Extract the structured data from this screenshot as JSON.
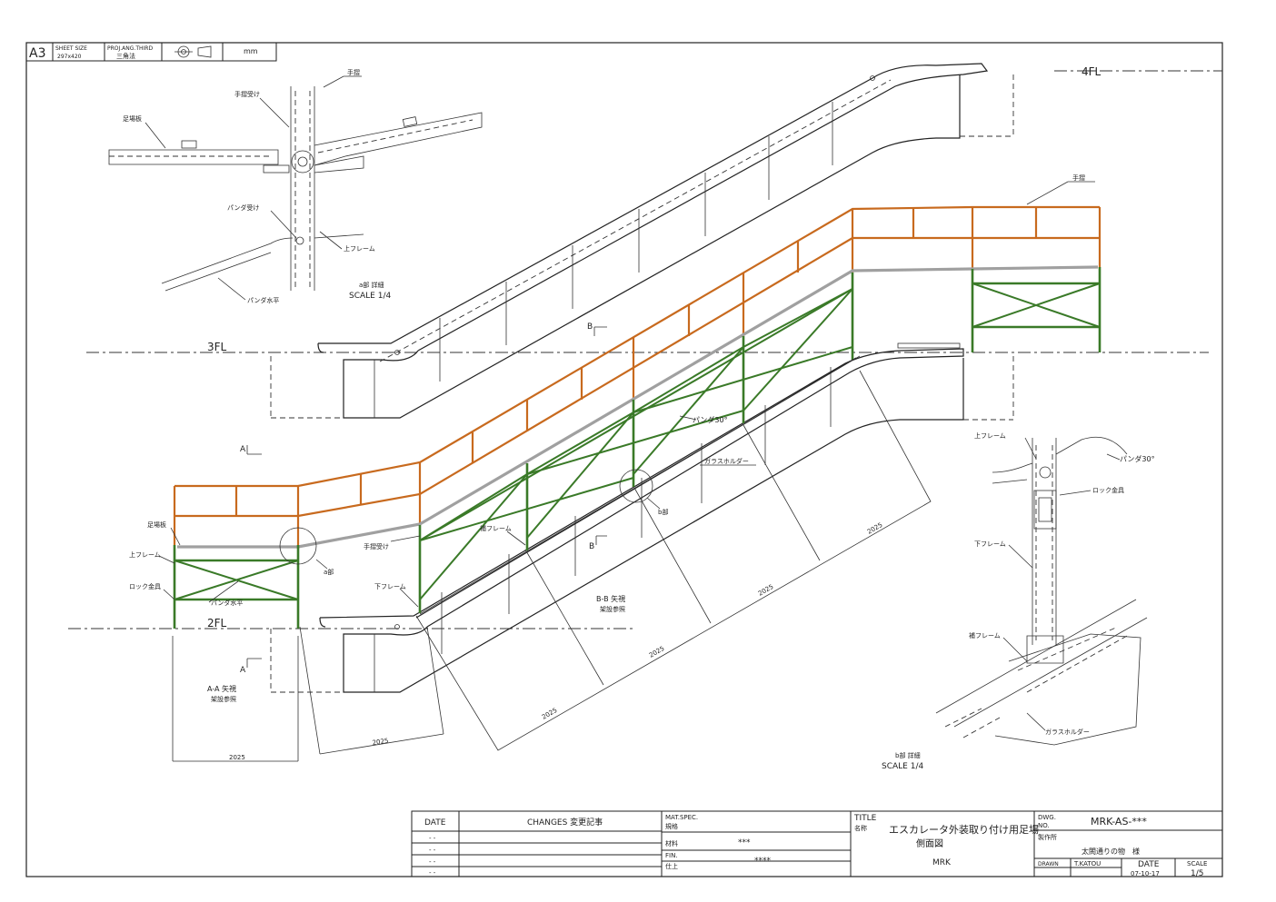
{
  "sheet": {
    "size_code": "A3",
    "sheet_size_label": "SHEET SIZE",
    "sheet_size_value": "297x420",
    "projection_label": "PROJ.ANG.THIRD",
    "projection_value": "三角法",
    "unit": "mm"
  },
  "levels": {
    "fl4": "4FL",
    "fl3": "3FL",
    "fl2": "2FL"
  },
  "callouts": {
    "handrail": "手摺",
    "handrail_fitting": "手摺受け",
    "footboard": "足場板",
    "panda_fitting": "パンダ受け",
    "upper_frame": "上フレーム",
    "panda_horizontal": "パンダ水平",
    "panda_30": "パンダ30°",
    "glass_holder": "ガラスホルダー",
    "lower_frame": "下フレーム",
    "lock_fitting": "ロック金具",
    "aux_frame": "補フレーム",
    "a_part": "a部",
    "b_part": "b部"
  },
  "views": {
    "a_detail_title": "a部 詳細",
    "a_detail_scale": "SCALE 1/4",
    "b_detail_title": "b部 詳細",
    "b_detail_scale": "SCALE 1/4",
    "aa_title": "A-A 矢視",
    "aa_sub": "架設参照",
    "bb_title": "B-B 矢視",
    "bb_sub": "架設参照",
    "marker_a": "A",
    "marker_b": "B"
  },
  "dimensions": {
    "span": "2025"
  },
  "title_block": {
    "date_header": "DATE",
    "changes_header": "CHANGES 変更記事",
    "dash": "- -",
    "mat_spec_label": "MAT.SPEC.",
    "mat_spec_sub": "規格",
    "material_label": "材料",
    "material_value": "***",
    "fin_label": "FIN.",
    "fin_sub": "仕上",
    "fin_value": "****",
    "title_label": "TITLE",
    "title_sub": "名称",
    "title_line1": "エスカレータ外装取り付け用足場",
    "title_line2": "側面図",
    "customer": "MRK",
    "dwg_label": "DWG.",
    "no_label": "NO.",
    "dwg_no": "MRK-AS-***",
    "maker_label": "製作所",
    "maker_value": "太閤通りの物　様",
    "drawn_label": "DRAWN",
    "drawn_value": "T.KATOU",
    "date_label": "DATE",
    "date_value": "07-10-17",
    "scale_label": "SCALE",
    "scale_value": "1/5"
  },
  "colors": {
    "handrail": "#c86a1e",
    "frame": "#3a7a28",
    "footboard": "#a0a0a0",
    "line": "#222222"
  }
}
